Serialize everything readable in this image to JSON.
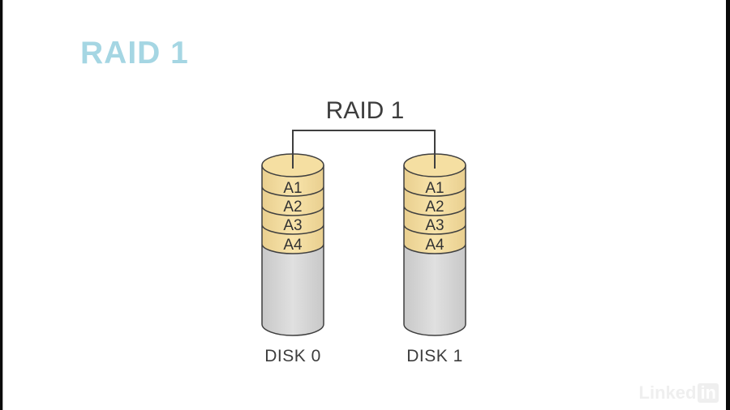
{
  "slide_title": "RAID 1",
  "diagram": {
    "label": "RAID 1",
    "segments": [
      "A1",
      "A2",
      "A3",
      "A4"
    ],
    "disks": [
      {
        "label": "DISK 0"
      },
      {
        "label": "DISK 1"
      }
    ]
  },
  "watermark": {
    "text": "Linked",
    "badge": "in"
  },
  "colors": {
    "slide_title": "#a5d6e3",
    "label_text": "#3d3d3d",
    "segment_text": "#333333",
    "disk_yellow": "#f5dfa2",
    "disk_yellow_edge": "#e9cf8f",
    "disk_gray": "#e0e0e0",
    "disk_gray_edge": "#c8c8c8",
    "outline_stroke": "#3f3f3f",
    "edge_bar": "#0a0a0a",
    "watermark": "#efefef"
  }
}
